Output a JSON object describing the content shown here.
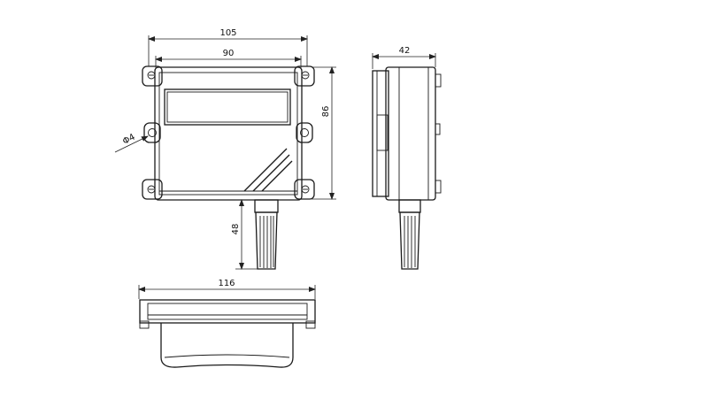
{
  "dimensions": {
    "front_width": "105",
    "front_inner_width": "90",
    "front_height": "86",
    "hole_diameter": "Φ4",
    "probe_length": "48",
    "side_depth": "42",
    "bottom_width": "116"
  },
  "colors": {
    "line": "#1a1a1a",
    "background": "#ffffff"
  }
}
